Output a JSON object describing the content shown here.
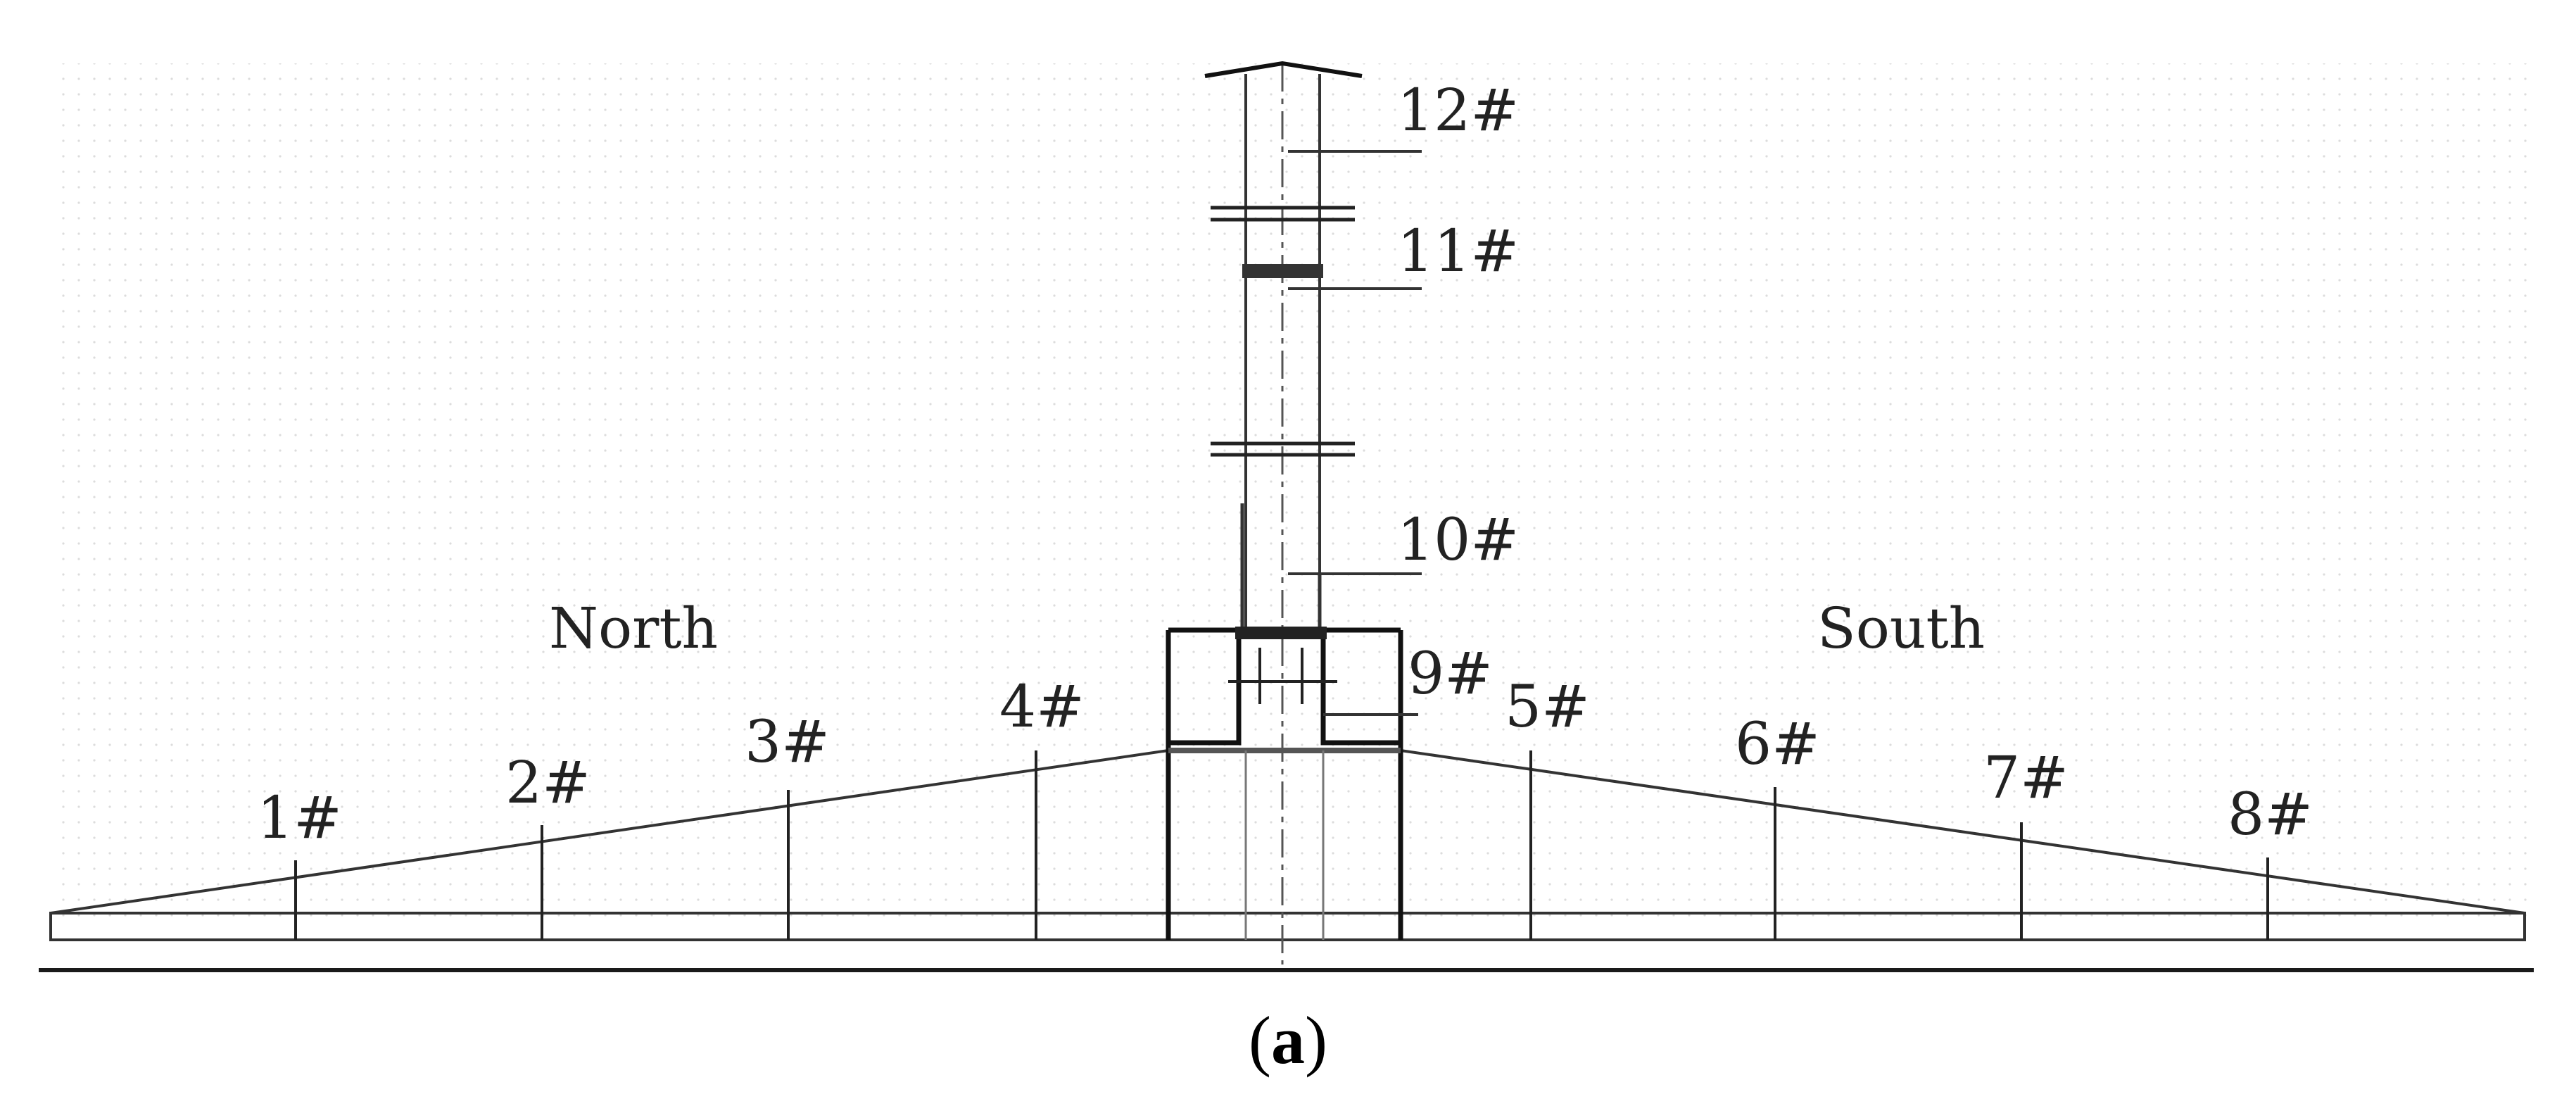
{
  "diagram": {
    "north_label": "North",
    "south_label": "South",
    "points": [
      "1#",
      "2#",
      "3#",
      "4#",
      "5#",
      "6#",
      "7#",
      "8#",
      "9#",
      "10#",
      "11#",
      "12#"
    ],
    "caption": {
      "open": "(",
      "letter": "a",
      "close": ")"
    }
  },
  "colors": {
    "line": "#1a1a1a",
    "thin_line": "#444444",
    "background_dots": "#dddddd"
  }
}
